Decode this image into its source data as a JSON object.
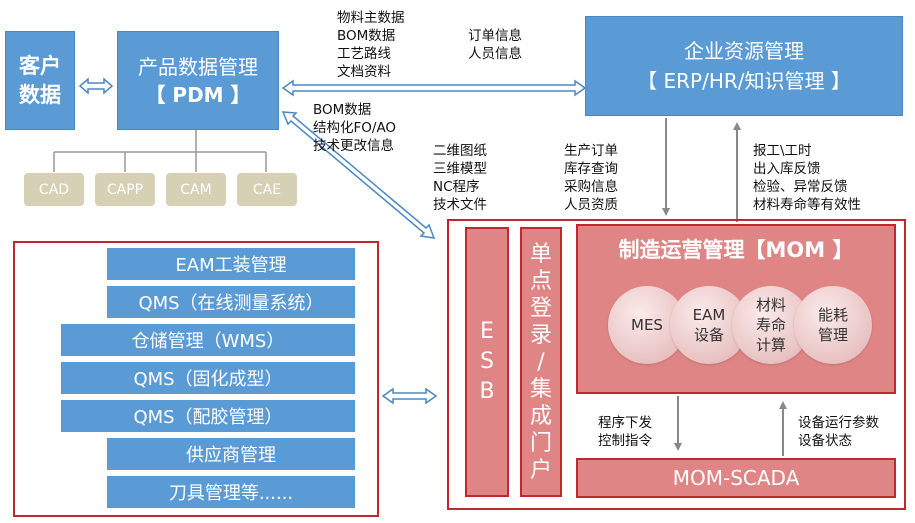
{
  "customer": {
    "line1": "客户",
    "line2": "数据"
  },
  "pdm": {
    "line1": "产品数据管理",
    "line2": "【 PDM 】"
  },
  "erp": {
    "line1": "企业资源管理",
    "line2": "【 ERP/HR/知识管理 】"
  },
  "cad_tools": [
    "CAD",
    "CAPP",
    "CAM",
    "CAE"
  ],
  "labels": {
    "pdm_to_erp": "物料主数据\nBOM数据\n工艺路线\n文档资料",
    "erp_to_pdm": "订单信息\n人员信息",
    "pdm_to_esb": "BOM数据\n结构化FO/AO\n技术更改信息",
    "drawings": "二维图纸\n三维模型\nNC程序\n技术文件",
    "erp_to_mom": "生产订单\n库存查询\n采购信息\n人员资质",
    "mom_to_erp": "报工\\工时\n出入库反馈\n检验、异常反馈\n材料寿命等有效性",
    "mom_to_scada": "程序下发\n控制指令",
    "scada_to_mom": "设备运行参数\n设备状态"
  },
  "systems_list": [
    "EAM工装管理",
    "QMS（在线测量系统）",
    "仓储管理（WMS）",
    "QMS（固化成型）",
    "QMS（配胶管理）",
    "供应商管理",
    "刀具管理等......"
  ],
  "esb": {
    "chars": [
      "E",
      "S",
      "B"
    ]
  },
  "portal": {
    "chars": [
      "单",
      "点",
      "登",
      "录",
      "/",
      "集",
      "成",
      "门",
      "户"
    ]
  },
  "mom": {
    "title": "制造运营管理【MOM 】",
    "modules": [
      {
        "l1": "MES",
        "l2": ""
      },
      {
        "l1": "EAM",
        "l2": "设备"
      },
      {
        "l1": "材料",
        "l2": "寿命",
        "l3": "计算"
      },
      {
        "l1": "能耗",
        "l2": "管理"
      }
    ]
  },
  "scada": {
    "label": "MOM-SCADA"
  },
  "colors": {
    "blue": "#5b9bd5",
    "red_border": "#c0282f",
    "red_fill": "#e08585",
    "tool_fill": "#d6d0b4",
    "connector_gray": "#999999"
  }
}
